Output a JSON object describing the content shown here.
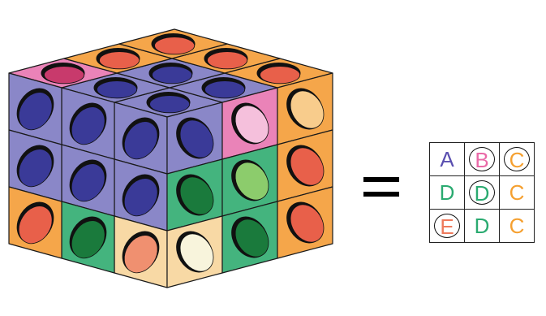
{
  "cube": {
    "colors": {
      "purple": "#8a87c8",
      "orange": "#f5a64a",
      "pink": "#ea83b8",
      "green": "#44b47e",
      "beige": "#f8d9a5",
      "hole_purple": "#3a3a98",
      "hole_red": "#e8604a",
      "hole_magenta": "#c83a6c",
      "hole_green_dark": "#1a7a3c",
      "hole_light_pink": "#f5c0dc",
      "hole_light_green": "#8ccc6c",
      "hole_peach": "#f8cc8c",
      "hole_salmon": "#f09070",
      "hole_cream": "#f8f4dc"
    }
  },
  "equals_sign": "=",
  "grid": {
    "rows": [
      [
        {
          "letter": "A",
          "color": "#5a4fb0",
          "ring": false
        },
        {
          "letter": "B",
          "color": "#ea6aa8",
          "ring": true
        },
        {
          "letter": "C",
          "color": "#f5a030",
          "ring": true
        }
      ],
      [
        {
          "letter": "D",
          "color": "#2aaa70",
          "ring": false
        },
        {
          "letter": "D",
          "color": "#2aaa70",
          "ring": true
        },
        {
          "letter": "C",
          "color": "#f5a030",
          "ring": false
        }
      ],
      [
        {
          "letter": "E",
          "color": "#ee7a5c",
          "ring": true
        },
        {
          "letter": "D",
          "color": "#2aaa70",
          "ring": false
        },
        {
          "letter": "C",
          "color": "#f5a030",
          "ring": false
        }
      ]
    ]
  }
}
